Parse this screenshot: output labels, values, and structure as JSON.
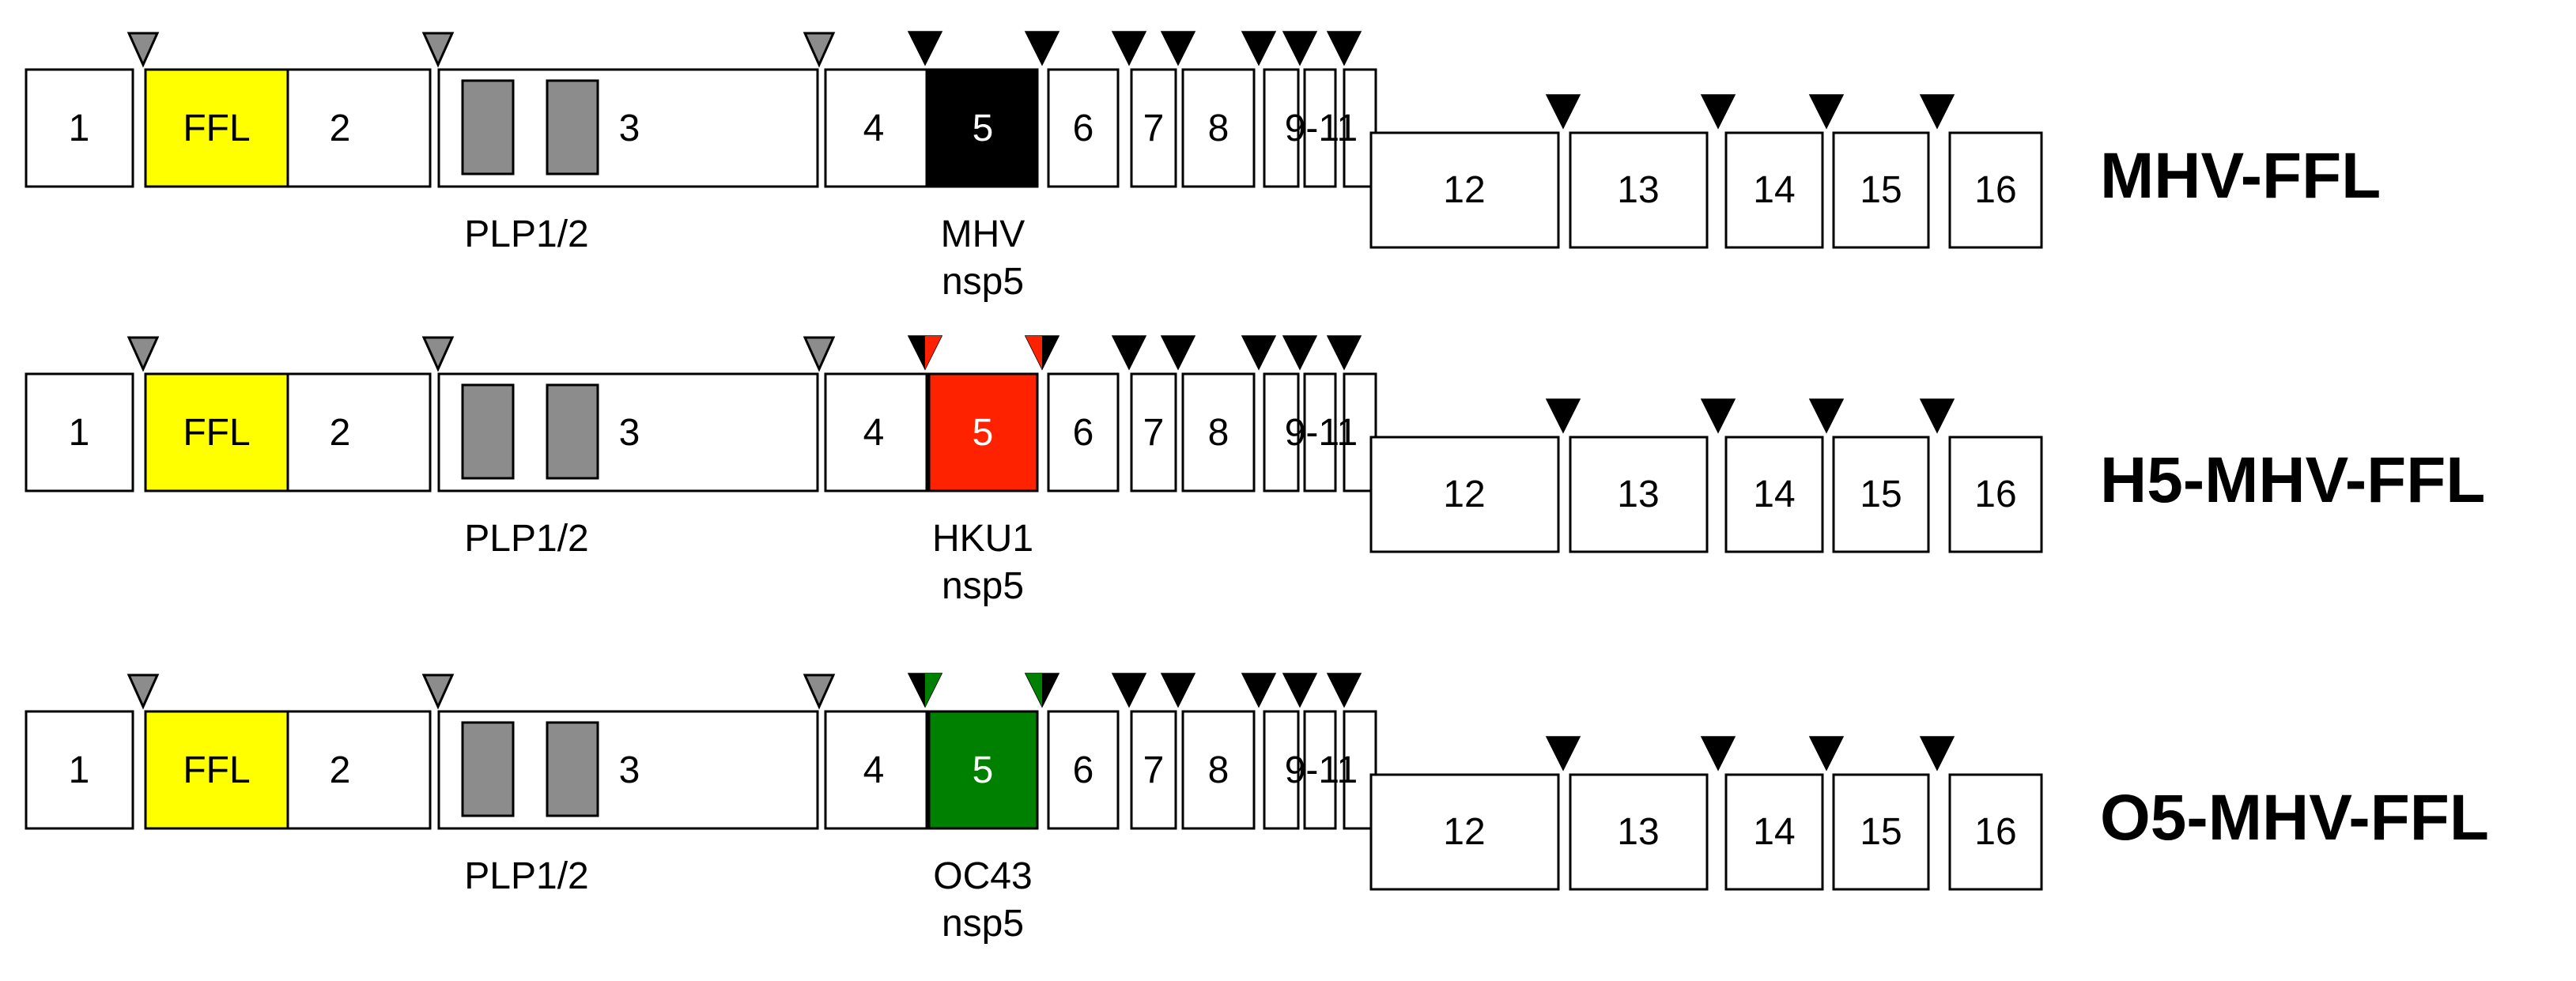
{
  "colors": {
    "ffl": "#ffff00",
    "mhv_nsp5": "#000000",
    "hku1_nsp5": "#ff2200",
    "oc43_nsp5": "#008000",
    "plp_domain": "#8c8c8c",
    "plpro_site": "#8c8c8c",
    "mpro_site": "#000000"
  },
  "icons": {
    "plpro_cleavage_site": "gray-downward-triangle-icon",
    "mpro_cleavage_site": "black-downward-triangle-icon"
  },
  "constructs": [
    {
      "name": "MHV-FFL",
      "nsp5_fill": "#000000",
      "site_tint": "",
      "segments": {
        "s1": "1",
        "ffl": "FFL",
        "s2": "2",
        "s3": "3",
        "s4": "4",
        "s5": "5",
        "s6": "6",
        "s7": "7",
        "s8": "8",
        "s9_11": "9-11",
        "s12": "12",
        "s13": "13",
        "s14": "14",
        "s15": "15",
        "s16": "16"
      },
      "plp_caption": "PLP1/2",
      "nsp5_caption_line1": "MHV",
      "nsp5_caption_line2": "nsp5"
    },
    {
      "name": "H5-MHV-FFL",
      "nsp5_fill": "#ff2200",
      "site_tint": "#ff2200",
      "segments": {
        "s1": "1",
        "ffl": "FFL",
        "s2": "2",
        "s3": "3",
        "s4": "4",
        "s5": "5",
        "s6": "6",
        "s7": "7",
        "s8": "8",
        "s9_11": "9-11",
        "s12": "12",
        "s13": "13",
        "s14": "14",
        "s15": "15",
        "s16": "16"
      },
      "plp_caption": "PLP1/2",
      "nsp5_caption_line1": "HKU1",
      "nsp5_caption_line2": "nsp5"
    },
    {
      "name": "O5-MHV-FFL",
      "nsp5_fill": "#008000",
      "site_tint": "#008000",
      "segments": {
        "s1": "1",
        "ffl": "FFL",
        "s2": "2",
        "s3": "3",
        "s4": "4",
        "s5": "5",
        "s6": "6",
        "s7": "7",
        "s8": "8",
        "s9_11": "9-11",
        "s12": "12",
        "s13": "13",
        "s14": "14",
        "s15": "15",
        "s16": "16"
      },
      "plp_caption": "PLP1/2",
      "nsp5_caption_line1": "OC43",
      "nsp5_caption_line2": "nsp5"
    }
  ]
}
